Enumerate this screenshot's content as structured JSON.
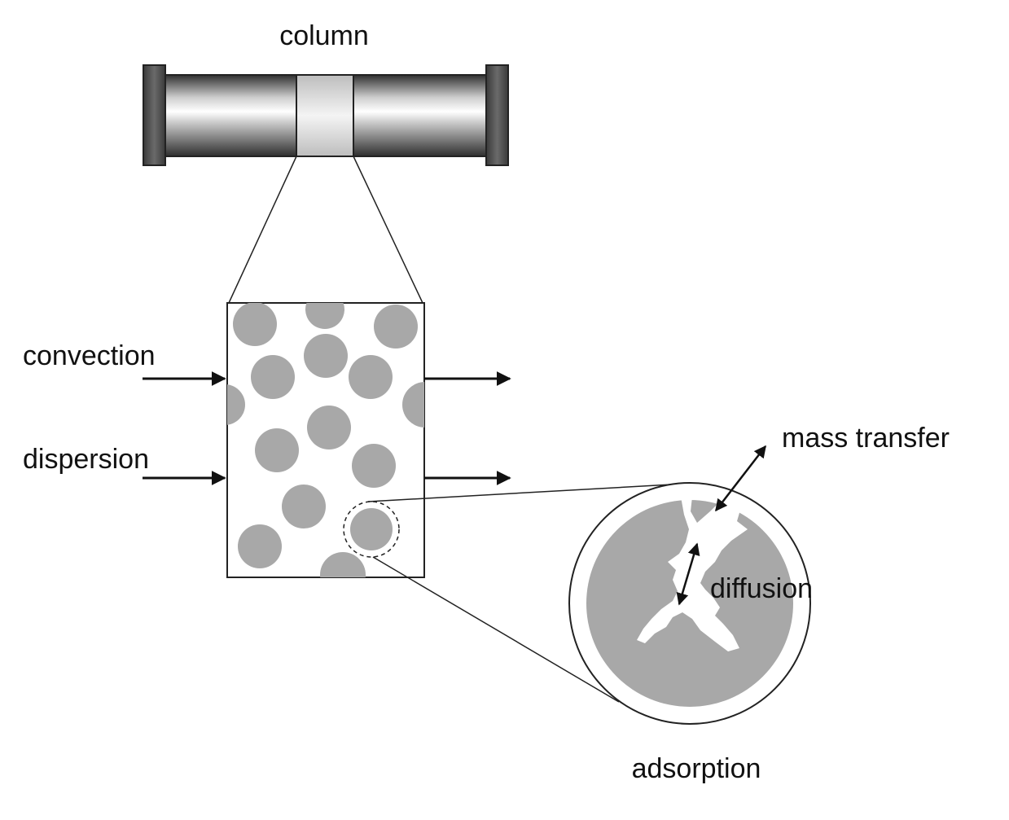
{
  "labels": {
    "column": "column",
    "convection": "convection",
    "dispersion": "dispersion",
    "mass_transfer": "mass transfer",
    "diffusion": "diffusion",
    "adsorption": "adsorption"
  },
  "colors": {
    "particle": "#a8a8a8",
    "outline": "#222222",
    "background": "#ffffff",
    "text": "#111111"
  }
}
